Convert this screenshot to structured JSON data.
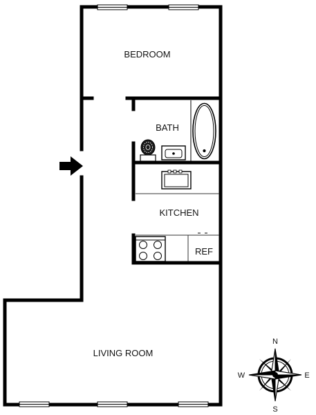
{
  "rooms": {
    "bedroom": "BEDROOM",
    "bath": "BATH",
    "kitchen": "KITCHEN",
    "living": "LIVING ROOM",
    "ref": "REF"
  },
  "compass": {
    "n": "N",
    "e": "E",
    "s": "S",
    "w": "W"
  },
  "icons": {
    "entry": "entry-arrow-icon",
    "tub": "bathtub-icon",
    "toilet": "toilet-icon",
    "bath_sink": "sink-icon",
    "kitchen_sink": "double-sink-icon",
    "stove": "stove-icon",
    "compass": "compass-rose-icon"
  }
}
